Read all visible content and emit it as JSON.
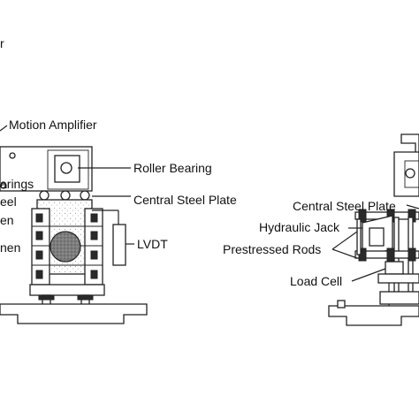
{
  "labels": {
    "top_left_fragment": "r",
    "motion_amplifier": "Motion Amplifier",
    "roller_bearing": "Roller Bearing",
    "central_steel_plate_left": "Central Steel Plate",
    "bearings_fragment": "arings",
    "steel_fragment": "eel",
    "specimen_fragment_1": "en",
    "specimen_fragment_2": "nen",
    "lvdt": "LVDT",
    "central_steel_plate_right": "Central Steel Plate",
    "hydraulic_jack": "Hydraulic Jack",
    "prestressed_rods": "Prestressed Rods",
    "load_cell": "Load Cell"
  },
  "colors": {
    "ink": "#222222",
    "specimen_fill": "#9a9a9a",
    "background": "#ffffff"
  }
}
